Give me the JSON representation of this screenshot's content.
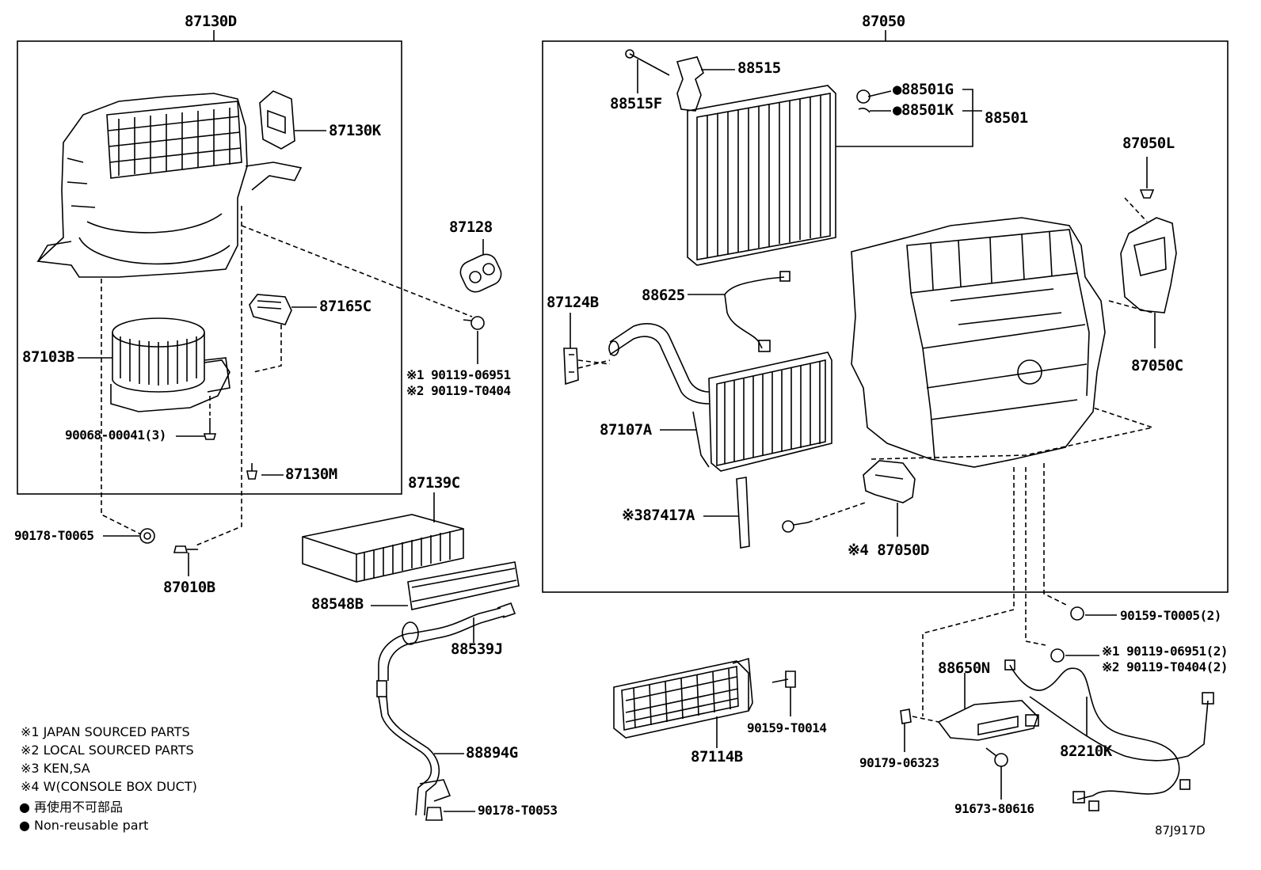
{
  "labels": {
    "assy_blower": "87130D",
    "assy_heater": "87050",
    "p_87130K": "87130K",
    "p_87128": "87128",
    "p_87165C": "87165C",
    "p_87103B": "87103B",
    "p_90119_06951": "※1 90119-06951",
    "p_90119_T0404": "※2 90119-T0404",
    "p_90068": "90068-00041(3)",
    "p_87130M": "87130M",
    "p_90178_T0065": "90178-T0065",
    "p_87010B": "87010B",
    "p_87139C": "87139C",
    "p_88548B": "88548B",
    "p_88539J": "88539J",
    "p_88894G": "88894G",
    "p_90178_T0053": "90178-T0053",
    "p_88515": "88515",
    "p_88515F": "88515F",
    "p_88501G": "●88501G",
    "p_88501K": "●88501K",
    "p_88501": "88501",
    "p_87050L": "87050L",
    "p_87050C": "87050C",
    "p_88625": "88625",
    "p_87124B": "87124B",
    "p_87107A": "87107A",
    "p_87417A": "※387417A",
    "p_87050D": "※4 87050D",
    "p_90159_T0005": "90159-T0005(2)",
    "p_90119_06951_2": "※1 90119-06951(2)",
    "p_90119_T0404_2": "※2 90119-T0404(2)",
    "p_88650N": "88650N",
    "p_82210K": "82210K",
    "p_87114B": "87114B",
    "p_90159_T0014": "90159-T0014",
    "p_90179": "90179-06323",
    "p_91673": "91673-80616"
  },
  "notes": {
    "n1": "※1 JAPAN SOURCED PARTS",
    "n2": "※2 LOCAL SOURCED PARTS",
    "n3": "※3 KEN,SA",
    "n4": "※4 W(CONSOLE BOX DUCT)",
    "n5": "● 再使用不可部品",
    "n6": "● Non-reusable part"
  },
  "figure_id": "87J917D"
}
